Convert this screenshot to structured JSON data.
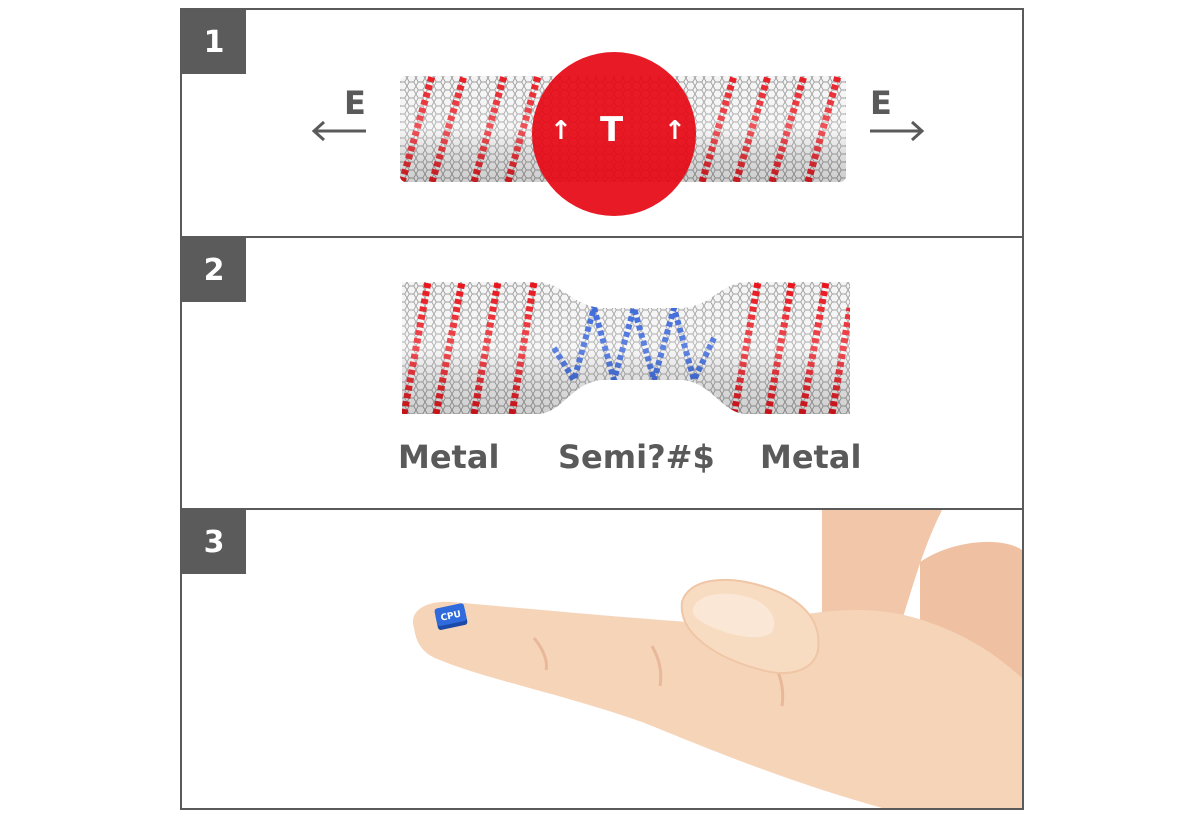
{
  "panels": [
    {
      "number": "1",
      "left_field": "E",
      "right_field": "E",
      "heat_symbol": "T",
      "up_arrow": "↑"
    },
    {
      "number": "2",
      "left_label": "Metal",
      "middle_label": "Semi?#$",
      "right_label": "Metal"
    },
    {
      "number": "3",
      "chip_label": "CPU"
    }
  ],
  "colors": {
    "frame": "#5a5a5a",
    "metal_stripe": "#e8141c",
    "semi_stripe": "#2a5bd7",
    "heat_spot": "#e50914",
    "tube_mesh": "#9a9a9a",
    "skin": "#f6d4b8",
    "chip": "#2f6bdc"
  }
}
